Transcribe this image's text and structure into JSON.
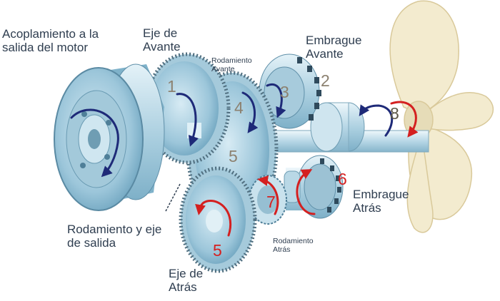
{
  "labels": {
    "coupling": "Acoplamiento a la\nsalida del motor",
    "forward_shaft": "Eje de\nAvante",
    "forward_bearing": "Rodamiento\nAvante",
    "forward_clutch": "Embrague\nAvante",
    "output_bearing": "Rodamiento y eje\nde salida",
    "reverse_clutch": "Embrague\nAtrás",
    "reverse_bearing": "Rodamiento\nAtrás",
    "reverse_shaft": "Eje de\nAtrás"
  },
  "numbers": {
    "n1": "1",
    "n2": "2",
    "n3": "3",
    "n4": "4",
    "n5_center": "5",
    "n5_bottom": "5",
    "n6": "6",
    "n7": "7",
    "n8": "8"
  },
  "colors": {
    "arrow_forward": "#1e2a78",
    "arrow_reverse": "#d42020",
    "metal": "#bcd9e7",
    "propeller": "#f3ebcf"
  }
}
